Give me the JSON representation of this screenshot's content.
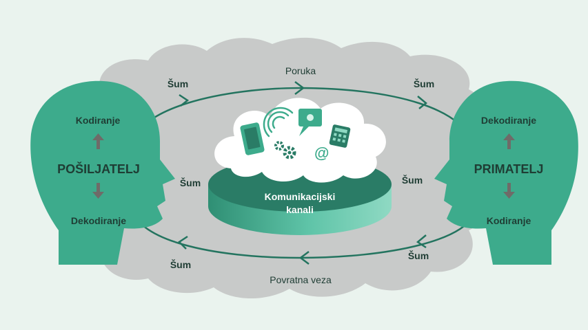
{
  "labels": {
    "message": "Poruka",
    "feedback": "Povratna veza",
    "noise": "Šum",
    "sender": "POŠILJATELJ",
    "receiver": "PRIMATELJ",
    "encoding": "Kodiranje",
    "decoding": "Dekodiranje",
    "channels_line1": "Komunikacijski",
    "channels_line2": "kanali"
  },
  "icons": [
    "mobile-phone-icon",
    "wifi-icon",
    "chat-screen-icon",
    "calculator-icon",
    "gears-icon",
    "at-sign-icon"
  ],
  "colors": {
    "background": "#eaf3ee",
    "cloud": "#c8cac9",
    "head": "#3dab8c",
    "disk_top": "#2a7c66",
    "disk_side": "#5fc4a8",
    "arrow": "#23745f",
    "text": "#1f3d34",
    "vertical_arrow": "#6f6b68"
  }
}
